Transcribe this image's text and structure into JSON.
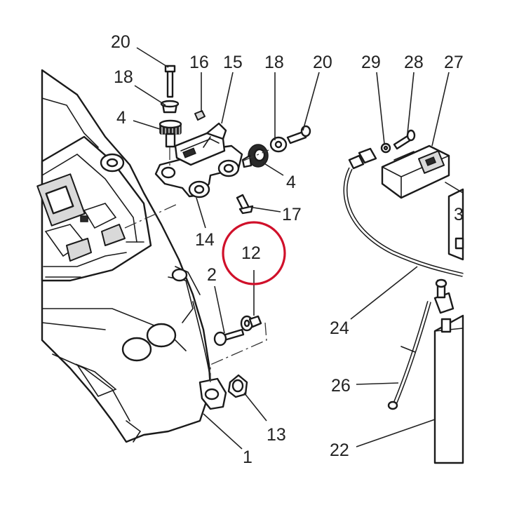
{
  "diagram": {
    "callouts": [
      {
        "id": "c20a",
        "text": "20"
      },
      {
        "id": "c16",
        "text": "16"
      },
      {
        "id": "c15",
        "text": "15"
      },
      {
        "id": "c18a",
        "text": "18"
      },
      {
        "id": "c20b",
        "text": "20"
      },
      {
        "id": "c29",
        "text": "29"
      },
      {
        "id": "c28",
        "text": "28"
      },
      {
        "id": "c27",
        "text": "27"
      },
      {
        "id": "c18b",
        "text": "18"
      },
      {
        "id": "c4a",
        "text": "4"
      },
      {
        "id": "c4b",
        "text": "4"
      },
      {
        "id": "c17",
        "text": "17"
      },
      {
        "id": "c14",
        "text": "14"
      },
      {
        "id": "c12",
        "text": "12"
      },
      {
        "id": "c3",
        "text": "3"
      },
      {
        "id": "c2",
        "text": "2"
      },
      {
        "id": "c24",
        "text": "24"
      },
      {
        "id": "c26",
        "text": "26"
      },
      {
        "id": "c13",
        "text": "13"
      },
      {
        "id": "c22",
        "text": "22"
      },
      {
        "id": "c1",
        "text": "1"
      }
    ],
    "highlight": {
      "callout": "12",
      "color": "#d0102a"
    }
  }
}
